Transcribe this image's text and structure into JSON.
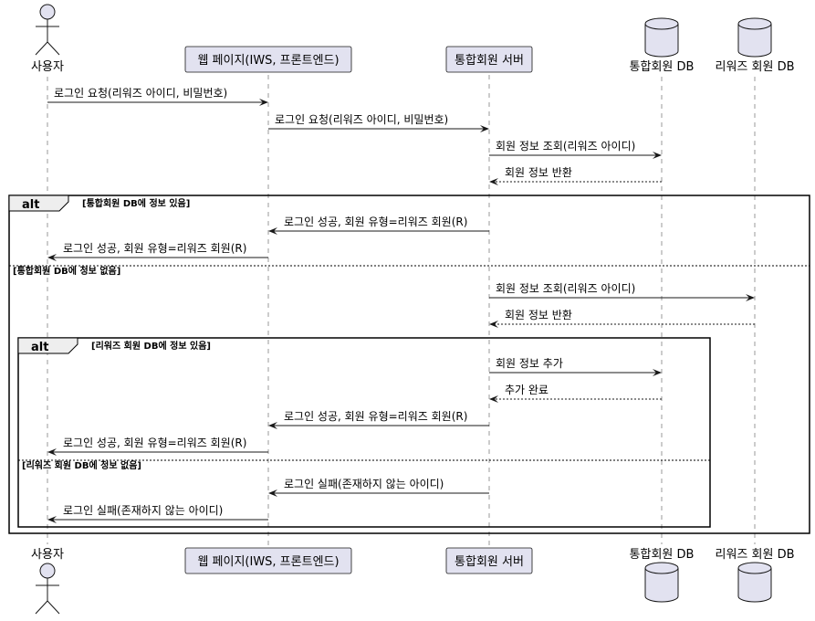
{
  "participants": {
    "user": {
      "label": "사용자",
      "kind": "actor"
    },
    "web": {
      "label": "웹 페이지(IWS, 프론트엔드)",
      "kind": "participant"
    },
    "server": {
      "label": "통합회원 서버",
      "kind": "participant"
    },
    "unified_db": {
      "label": "통합회원 DB",
      "kind": "database"
    },
    "rewards_db": {
      "label": "리워즈 회원 DB",
      "kind": "database"
    }
  },
  "messages": [
    {
      "from": "user",
      "to": "web",
      "text": "로그인 요청(리워즈 아이디, 비밀번호)",
      "style": "solid"
    },
    {
      "from": "web",
      "to": "server",
      "text": "로그인 요청(리워즈 아이디, 비밀번호)",
      "style": "solid"
    },
    {
      "from": "server",
      "to": "unified_db",
      "text": "회원 정보 조회(리워즈 아이디)",
      "style": "solid"
    },
    {
      "from": "unified_db",
      "to": "server",
      "text": "회원 정보 반환",
      "style": "dashed"
    },
    {
      "from": "server",
      "to": "web",
      "text": "로그인 성공, 회원 유형=리워즈 회원(R)",
      "style": "solid"
    },
    {
      "from": "web",
      "to": "user",
      "text": "로그인 성공, 회원 유형=리워즈 회원(R)",
      "style": "solid"
    },
    {
      "from": "server",
      "to": "rewards_db",
      "text": "회원 정보 조회(리워즈 아이디)",
      "style": "solid"
    },
    {
      "from": "rewards_db",
      "to": "server",
      "text": "회원 정보 반환",
      "style": "dashed"
    },
    {
      "from": "server",
      "to": "unified_db",
      "text": "회원 정보 추가",
      "style": "solid"
    },
    {
      "from": "unified_db",
      "to": "server",
      "text": "추가 완료",
      "style": "dashed"
    },
    {
      "from": "server",
      "to": "web",
      "text": "로그인 성공, 회원 유형=리워즈 회원(R)",
      "style": "solid"
    },
    {
      "from": "web",
      "to": "user",
      "text": "로그인 성공, 회원 유형=리워즈 회원(R)",
      "style": "solid"
    },
    {
      "from": "server",
      "to": "web",
      "text": "로그인 실패(존재하지 않는 아이디)",
      "style": "solid"
    },
    {
      "from": "web",
      "to": "user",
      "text": "로그인 실패(존재하지 않는 아이디)",
      "style": "solid"
    }
  ],
  "fragments": {
    "outer": {
      "keyword": "alt",
      "guard": "[통합회원 DB에 정보 있음]",
      "else_guard": "[통합회원 DB에 정보 없음]"
    },
    "inner": {
      "keyword": "alt",
      "guard": "[리워즈 회원 DB에 정보 있음]",
      "else_guard": "[리워즈 회원 DB에 정보 없음]"
    }
  },
  "colors": {
    "participant_fill": "#E2E2F0",
    "participant_border": "#181818",
    "lifeline": "#999999",
    "frame_tab": "#EEEEEE"
  }
}
